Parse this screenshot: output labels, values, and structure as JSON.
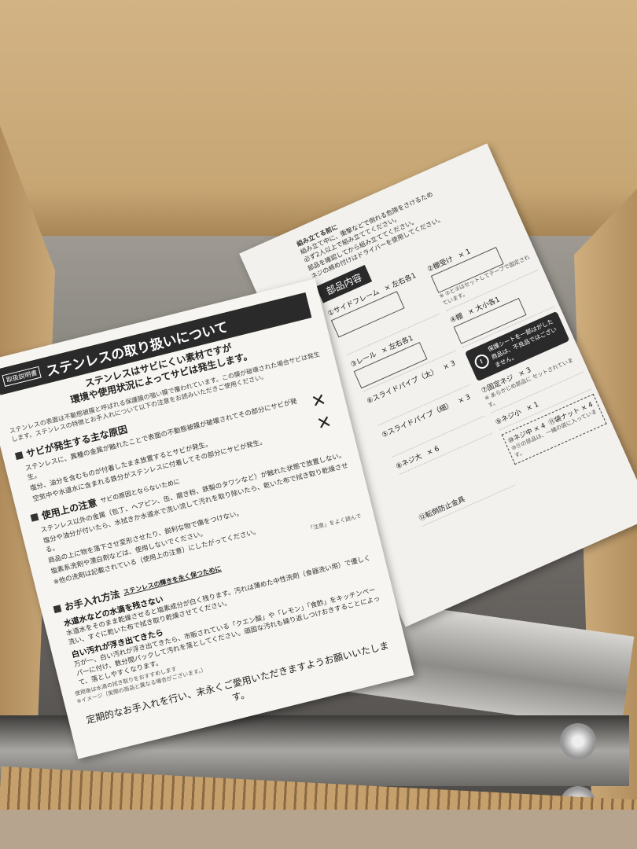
{
  "left_page": {
    "tag": "取扱説明書",
    "title": "ステンレスの取り扱いについて",
    "subtitle_1": "ステンレスはサビにくい素材ですが",
    "subtitle_2": "環境や使用状況によってサビは発生します。",
    "intro": "ステンレスの表面は不動態被膜と呼ばれる保護膜の強い膜で覆われています。この膜が破壊された場合サビは発生します。ステンレスの特徴とお手入れについて以下の注意をお読みいただきご使用ください。",
    "section_1": {
      "heading": "サビが発生する主な原因",
      "bullets": [
        "ステンレスに、異種の金属が触れたことで表面の不動態被膜が破壊されてその部分にサビが発生。",
        "塩分、油分を含むものが付着したまま放置するとサビが発生。",
        "空気中や水道水に含まれる鉄分がステンレスに付着してその部分にサビが発生。"
      ]
    },
    "section_2": {
      "heading": "使用上の注意",
      "note": "サビの原因とならないために",
      "bullets": [
        "ステンレス以外の金属（包丁、ヘアピン、缶、磨き粉、鉄製のタワシなど）が触れた状態で放置しない。",
        "塩分や油分が付いたら、水拭きか水道水で洗い流して汚れを取り除いたら、乾いた布で拭き取り乾燥させる。",
        "商品の上に物を落下させ変形させたり、鋭利な物で傷をつけない。",
        "塩素系洗剤や漂白剤などは、使用しないでください。",
        "※他の洗剤は記載されている（使用上の注意）にしたがってください。"
      ],
      "caution_label": "「注意」をよく読んで"
    },
    "section_3": {
      "heading": "お手入れ方法",
      "note": "ステンレスの輝きを永く保つために",
      "item_1_title": "水道水などの水滴を残さない",
      "item_1_text": "水道水をそのまま乾燥させると塩素成分が白く残ります。汚れは薄めた中性洗剤（食器洗い用）で優しく洗い、すぐに乾いた布で拭き取り乾燥させてください。",
      "item_2_title": "白い汚れが浮き出てきたら",
      "item_2_text": "万が一、白い汚れが浮き出てきたら、市販されている「クエン酸」や「レモン」「食酢」をキッチンペーパーに付け、数分間パックして汚れを落としてください。頑固な汚れも繰り返しつけおきすることによって、落としやすくなります。",
      "illustration_caption": "使用後は水滴の拭き取りをおすすめします",
      "image_note": "※イメージ（実際の商品と異なる場合がございます。）"
    },
    "closing": "定期的なお手入れを行い、末永くご愛用いただきますようお願いいたします。"
  },
  "right_page": {
    "header_lines": [
      "組み立てる前に",
      "組み立て中に、衝撃などで倒れる危険をさけるため",
      "必ず2人以上で組み立ててください。",
      "部品を確認してから組み立ててください。",
      "ネジの締め付けはドライバーを使用してください。"
    ],
    "section_title": "部品内容",
    "parts": [
      {
        "name": "①サイドフレーム",
        "qty": "× 左右各1"
      },
      {
        "name": "②棚受け",
        "qty": "× 1"
      },
      {
        "name": "③レール",
        "qty": "× 左右各1"
      },
      {
        "name": "④棚",
        "qty": "× 大小各1"
      },
      {
        "name": "⑥スライドパイプ（太）",
        "qty": "× 3"
      },
      {
        "name": "⑤スライドパイプ（細）",
        "qty": "× 3"
      },
      {
        "name": "⑦固定ネジ",
        "qty": "× 3"
      },
      {
        "name": "⑧ネジ大",
        "qty": "× 6"
      },
      {
        "name": "⑨ネジ小",
        "qty": "× 1"
      },
      {
        "name": "⑫転倒防止金具",
        "qty": ""
      }
    ],
    "tape_note": "※ ②と③はセットしてテープで固定されています。",
    "warning": "保護シートを一部はがした商品は、不良品ではございません。",
    "bag": {
      "item_1": "⑩ネジ中",
      "qty_1": "× 4",
      "item_2": "⑪袋ナット",
      "qty_2": "× 4",
      "note": "⑩⑪の部品は、一緒の袋に入っています。"
    },
    "preset_note": "※ あらかじめ部品に セットされています。"
  }
}
